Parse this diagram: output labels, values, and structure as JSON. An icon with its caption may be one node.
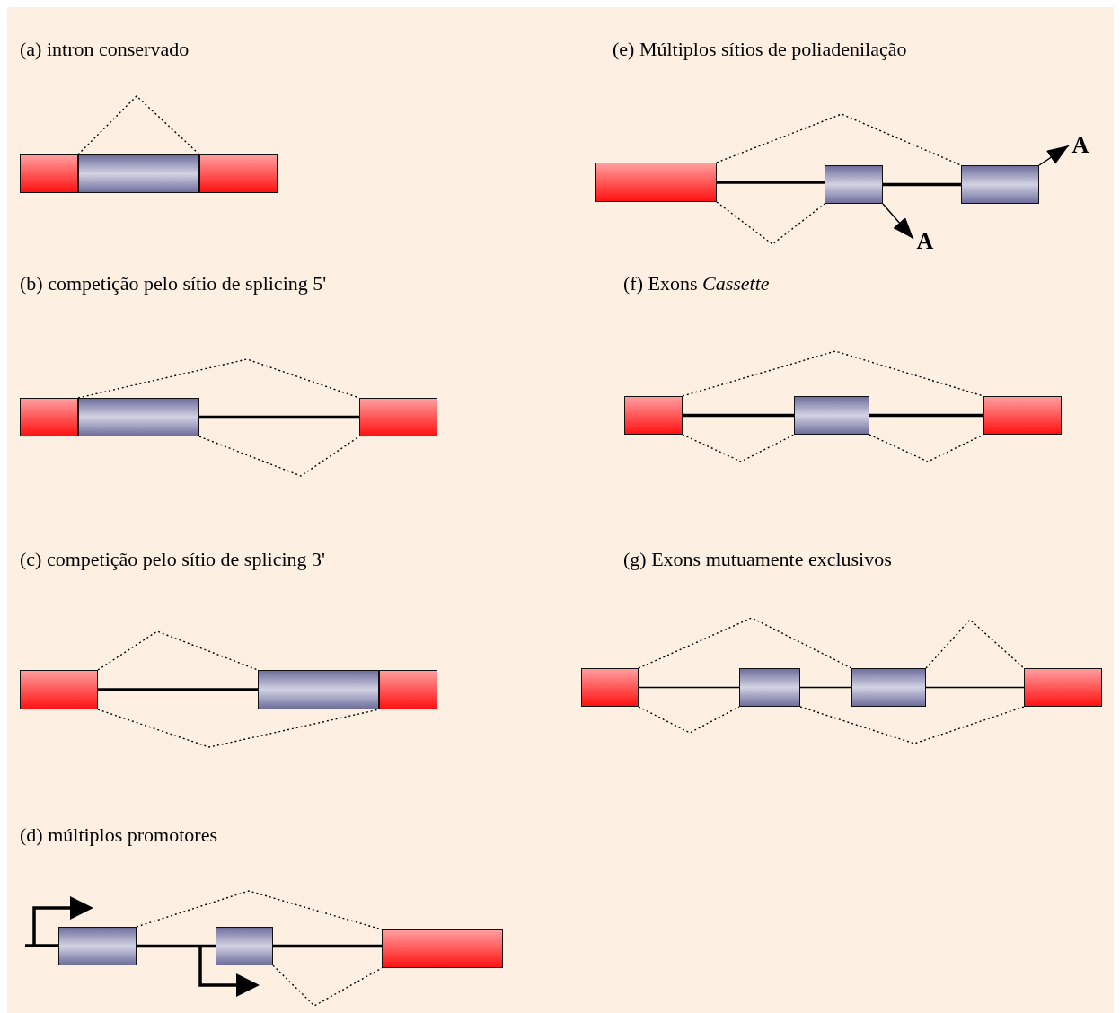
{
  "diagram": {
    "nodes": [
      {
        "text": [],
        "shape": "box"
      },
      {
        "text": [],
        "shape": "box"
      },
      {
        "text": [],
        "shape": "box"
      },
      {
        "text": [],
        "shape": "box"
      },
      {
        "text": [],
        "shape": "box"
      },
      {
        "text": [],
        "shape": "box"
      },
      {
        "text": [],
        "shape": "box"
      },
      {
        "text": [],
        "shape": "box"
      },
      {
        "text": [],
        "shape": "box"
      },
      {
        "text": [],
        "shape": "box"
      },
      {
        "text": [],
        "shape": "box"
      },
      {
        "text": [],
        "shape": "box"
      },
      {
        "text": [],
        "shape": "box"
      },
      {
        "text": [],
        "shape": "box"
      },
      {
        "text": [],
        "shape": "box"
      },
      {
        "text": [
          "A"
        ]
      },
      {
        "text": [
          "A"
        ]
      },
      {
        "text": [],
        "shape": "box"
      },
      {
        "text": [],
        "shape": "box"
      },
      {
        "text": [],
        "shape": "box"
      },
      {
        "text": [],
        "shape": "box"
      },
      {
        "text": [],
        "shape": "box"
      },
      {
        "text": [],
        "shape": "box"
      },
      {
        "text": [],
        "shape": "box"
      }
    ],
    "edges": [
      {
        "from": 0,
        "to": 2,
        "arrow": "none",
        "style": "dashed"
      },
      {
        "from": 3,
        "to": 5,
        "arrow": "none",
        "style": "dashed"
      },
      {
        "from": 4,
        "to": 5,
        "arrow": "none",
        "style": "thick"
      },
      {
        "from": 4,
        "to": 5,
        "arrow": "none",
        "style": "dashed"
      },
      {
        "from": 6,
        "to": 7,
        "arrow": "none",
        "style": "dashed"
      },
      {
        "from": 6,
        "to": 7,
        "arrow": "none",
        "style": "thick"
      },
      {
        "from": 6,
        "to": 8,
        "arrow": "none",
        "style": "dashed"
      },
      {
        "from": 9,
        "to": 11,
        "arrow": "none",
        "style": "dashed"
      },
      {
        "from": 9,
        "to": 10,
        "arrow": "none",
        "style": "thick"
      },
      {
        "from": 10,
        "to": 11,
        "arrow": "none",
        "style": "thick"
      },
      {
        "from": 10,
        "to": 11,
        "arrow": "none",
        "style": "dashed"
      },
      {
        "from": 12,
        "to": 14,
        "arrow": "none",
        "style": "dashed"
      },
      {
        "from": 12,
        "to": 13,
        "arrow": "none",
        "style": "thick"
      },
      {
        "from": 12,
        "to": 13,
        "arrow": "none",
        "style": "dashed"
      },
      {
        "from": 13,
        "to": 14,
        "arrow": "none",
        "style": "thick"
      },
      {
        "from": 14,
        "to": 15,
        "arrow": "to"
      },
      {
        "from": 13,
        "to": 16,
        "arrow": "to"
      },
      {
        "from": 17,
        "to": 19,
        "arrow": "none",
        "style": "dashed"
      },
      {
        "from": 17,
        "to": 18,
        "arrow": "none",
        "style": "thick"
      },
      {
        "from": 17,
        "to": 18,
        "arrow": "none",
        "style": "dashed"
      },
      {
        "from": 18,
        "to": 19,
        "arrow": "none",
        "style": "thick"
      },
      {
        "from": 18,
        "to": 19,
        "arrow": "none",
        "style": "dashed"
      },
      {
        "from": 20,
        "to": 22,
        "arrow": "none",
        "style": "dashed"
      },
      {
        "from": 20,
        "to": 21,
        "arrow": "none"
      },
      {
        "from": 20,
        "to": 21,
        "arrow": "none",
        "style": "dashed"
      },
      {
        "from": 21,
        "to": 22,
        "arrow": "none"
      },
      {
        "from": 21,
        "to": 23,
        "arrow": "none",
        "style": "dashed"
      },
      {
        "from": 22,
        "to": 23,
        "arrow": "none"
      },
      {
        "from": 22,
        "to": 23,
        "arrow": "none",
        "style": "dashed"
      }
    ],
    "labels": [
      "(a) intron conservado",
      "(e) Múltiplos sítios de poliadenilação",
      "(b) competição pelo sítio de splicing 5'",
      "(f) Exons *Cassette*",
      "(c) competição pelo sítio de splicing 3'",
      "(g) Exons mutuamente exclusivos",
      "(d) múltiplos promotores"
    ]
  }
}
